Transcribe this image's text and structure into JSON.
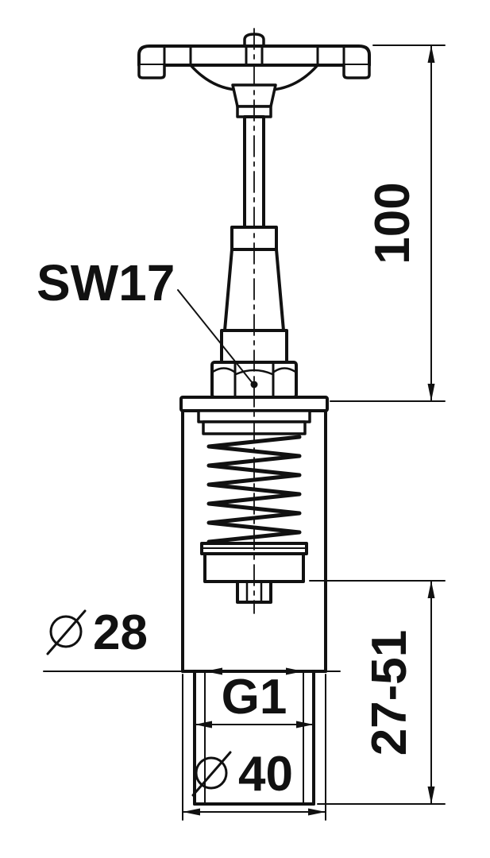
{
  "document": {
    "type": "technical-drawing",
    "subject": "valve-with-handwheel",
    "background_color": "#ffffff",
    "line_color": "#111111"
  },
  "annotations": {
    "wrench_size_label": "SW17",
    "overall_height": "100",
    "adjust_range": "27-51",
    "top_diameter": {
      "symbol": "⌀",
      "value": "28"
    },
    "thread_size": "G1",
    "bottom_diameter": {
      "symbol": "⌀",
      "value": "40"
    }
  }
}
